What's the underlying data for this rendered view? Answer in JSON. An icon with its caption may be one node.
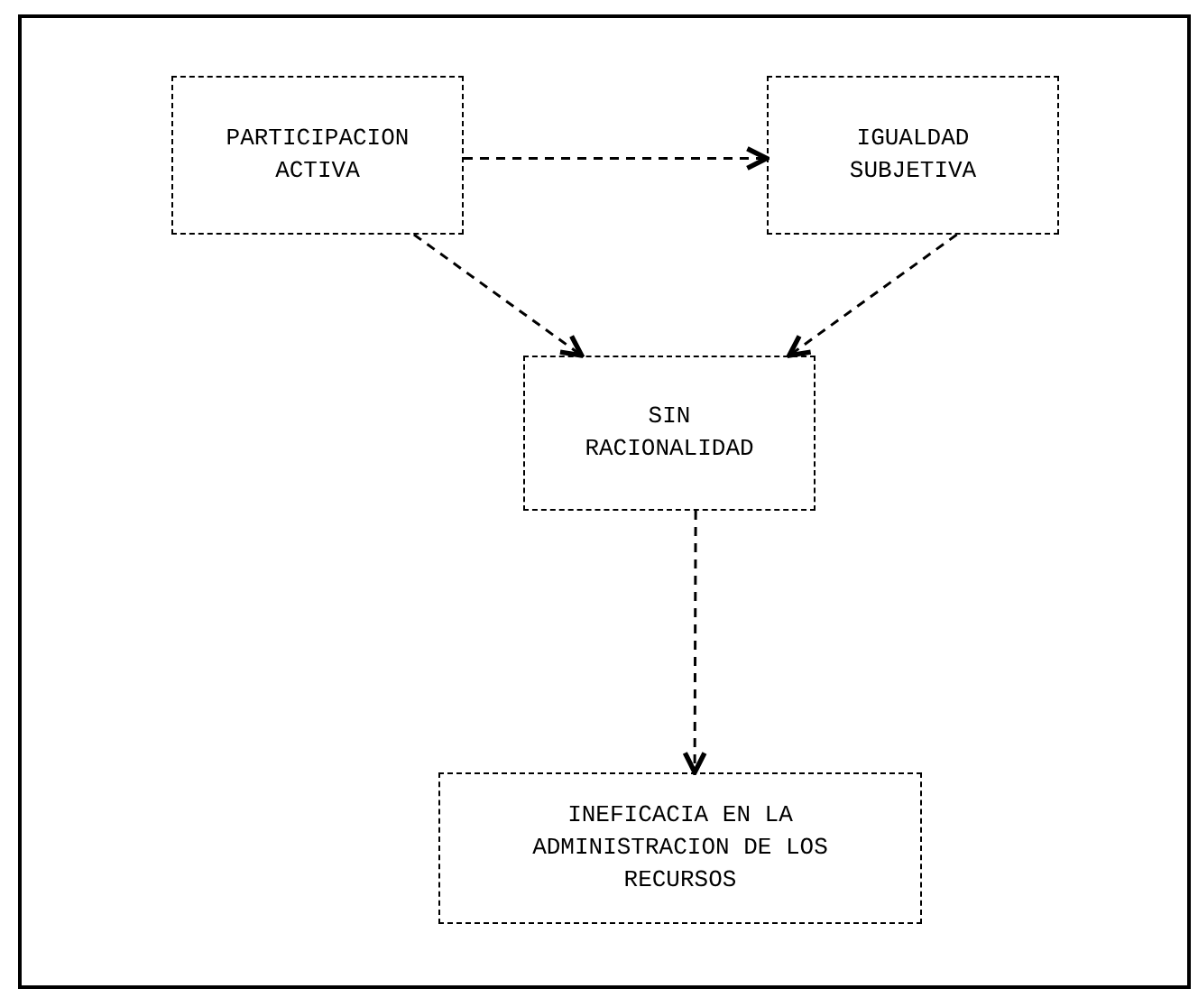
{
  "diagram": {
    "nodes": [
      {
        "text": [
          "PARTICIPACION ACTIVA"
        ]
      },
      {
        "text": [
          "IGUALDAD SUBJETIVA"
        ]
      },
      {
        "text": [
          "SIN RACIONALIDAD"
        ]
      },
      {
        "text": [
          "INEFICACIA EN LA ADMINISTRACION DE LOS RECURSOS"
        ]
      }
    ],
    "edges": [
      {
        "from": 0,
        "to": 1,
        "arrow": "to",
        "style": "dashed"
      },
      {
        "from": 0,
        "to": 2,
        "arrow": "to",
        "style": "dashed"
      },
      {
        "from": 1,
        "to": 2,
        "arrow": "to",
        "style": "dashed"
      },
      {
        "from": 2,
        "to": 3,
        "arrow": "to",
        "style": "dashed"
      }
    ]
  }
}
